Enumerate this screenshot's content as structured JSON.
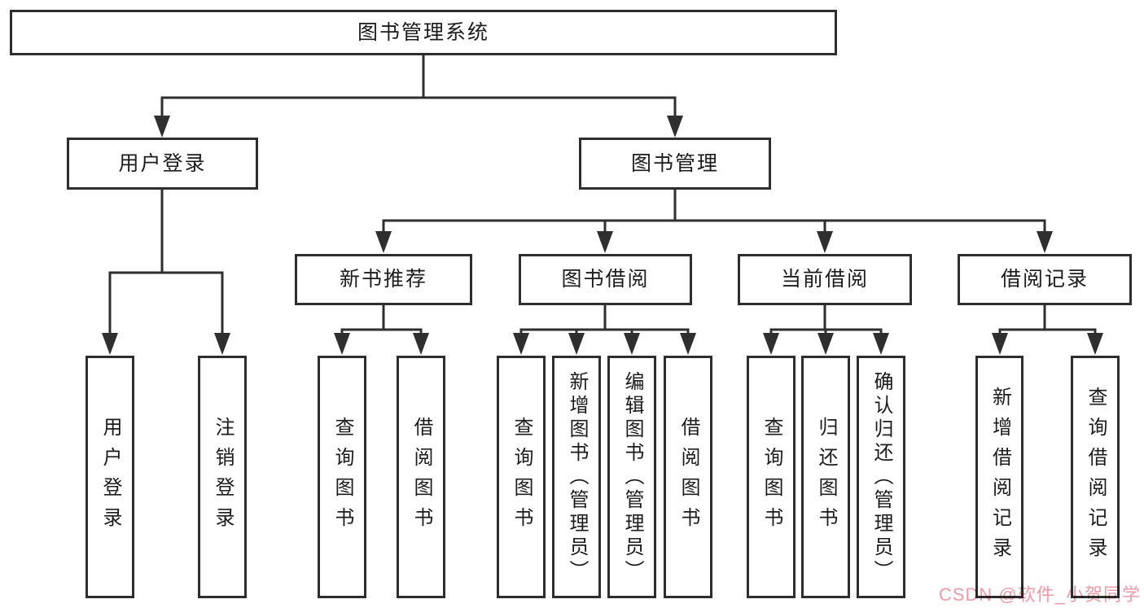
{
  "root": {
    "label": "图书管理系统"
  },
  "level2": [
    {
      "label": "用户登录"
    },
    {
      "label": "图书管理"
    }
  ],
  "level3": [
    {
      "label": "新书推荐"
    },
    {
      "label": "图书借阅"
    },
    {
      "label": "当前借阅"
    },
    {
      "label": "借阅记录"
    }
  ],
  "leaves": [
    {
      "label": "用户登录"
    },
    {
      "label": "注销登录"
    },
    {
      "label": "查询图书"
    },
    {
      "label": "借阅图书"
    },
    {
      "label": "查询图书"
    },
    {
      "label": "新增图书（管理员）"
    },
    {
      "label": "编辑图书（管理员）"
    },
    {
      "label": "借阅图书"
    },
    {
      "label": "查询图书"
    },
    {
      "label": "归还图书"
    },
    {
      "label": "确认归还（管理员）"
    },
    {
      "label": "新增借阅记录"
    },
    {
      "label": "查询借阅记录"
    }
  ],
  "watermark": {
    "text": "CSDN @软件_小贺同学",
    "color": "#ef9aa6"
  },
  "colors": {
    "line": "#2f2f2f",
    "border": "#2e2e2e",
    "text": "#1c1c1c",
    "background": "#ffffff"
  }
}
